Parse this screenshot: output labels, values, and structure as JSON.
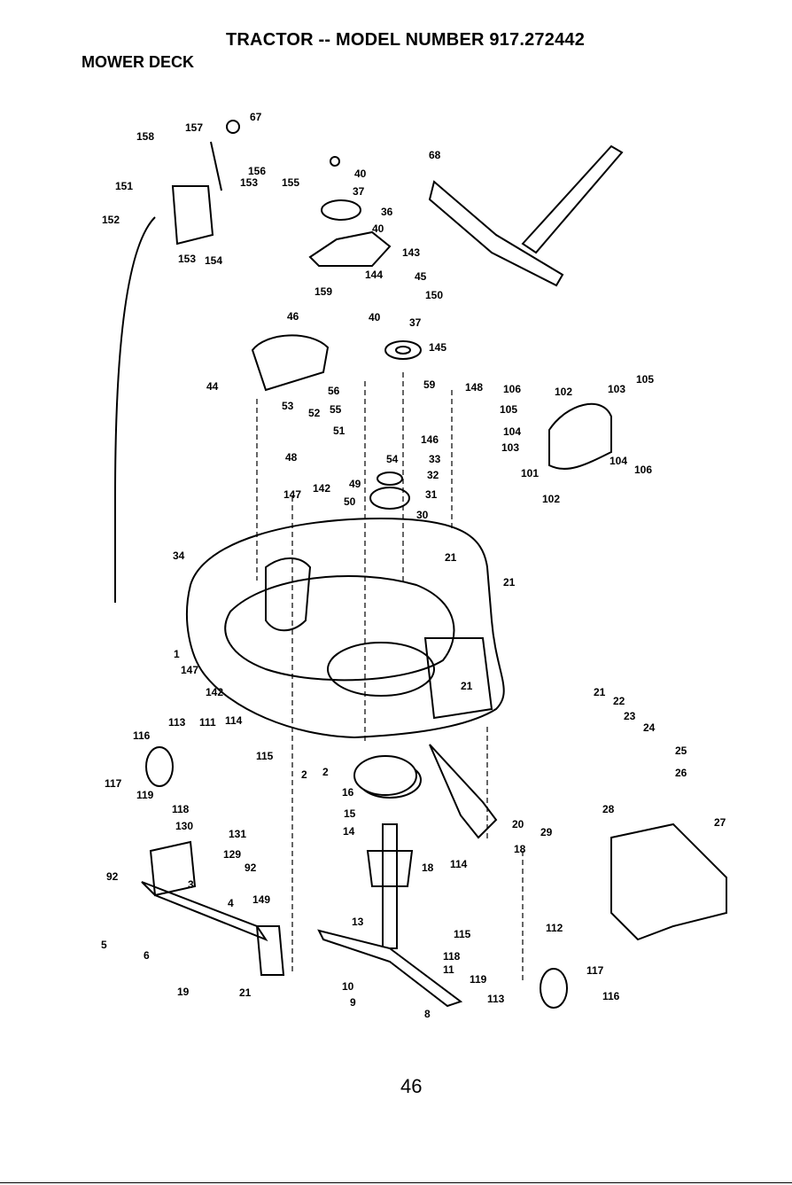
{
  "header": {
    "title": "TRACTOR -- MODEL NUMBER 917.272442",
    "section": "MOWER DECK"
  },
  "page_number": "46",
  "callouts": [
    "158",
    "157",
    "67",
    "151",
    "156",
    "153",
    "155",
    "152",
    "153",
    "154",
    "40",
    "37",
    "36",
    "40",
    "143",
    "144",
    "68",
    "159",
    "45",
    "150",
    "40",
    "37",
    "145",
    "46",
    "44",
    "56",
    "59",
    "148",
    "53",
    "52",
    "55",
    "51",
    "146",
    "48",
    "54",
    "33",
    "49",
    "32",
    "50",
    "147",
    "142",
    "31",
    "30",
    "21",
    "21",
    "34",
    "1",
    "147",
    "2",
    "21",
    "142",
    "106",
    "105",
    "102",
    "103",
    "105",
    "104",
    "103",
    "104",
    "106",
    "101",
    "102",
    "21",
    "22",
    "23",
    "24",
    "25",
    "26",
    "27",
    "28",
    "29",
    "113",
    "111",
    "114",
    "116",
    "115",
    "117",
    "119",
    "118",
    "2",
    "16",
    "15",
    "14",
    "20",
    "18",
    "130",
    "131",
    "129",
    "92",
    "92",
    "3",
    "149",
    "4",
    "5",
    "6",
    "19",
    "21",
    "13",
    "18",
    "114",
    "115",
    "112",
    "118",
    "11",
    "119",
    "10",
    "9",
    "8",
    "117",
    "113",
    "116"
  ]
}
